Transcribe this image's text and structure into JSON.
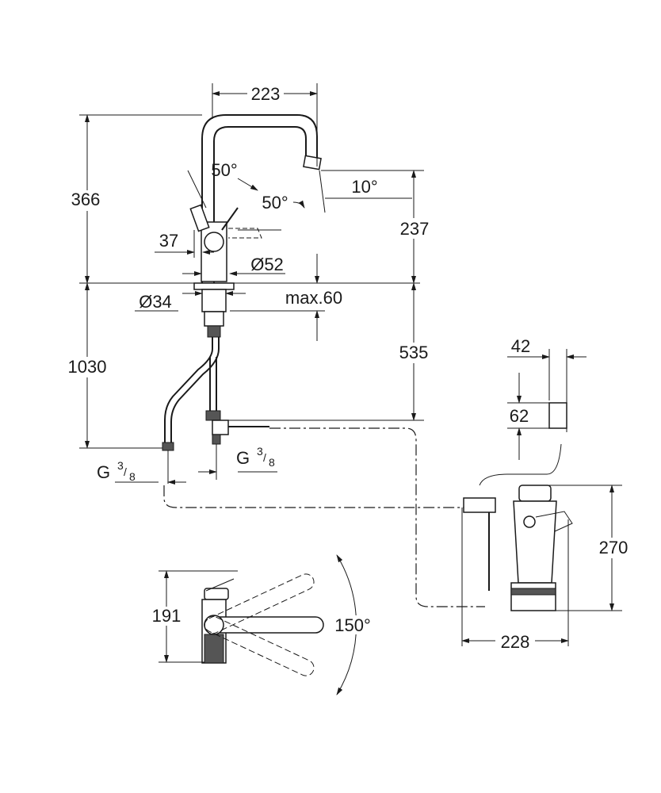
{
  "dimensions": {
    "spout_reach": "223",
    "overall_height": "366",
    "handle_angle_left": "50°",
    "handle_angle_right": "50°",
    "spout_tilt": "10°",
    "spout_height": "237",
    "handle_offset": "37",
    "body_diameter": "Ø52",
    "hole_diameter": "Ø34",
    "deck_thickness": "max.60",
    "hose_length": "1030",
    "below_deck": "535",
    "box_width": "42",
    "box_height": "62",
    "thread_left": {
      "base": "G",
      "num": "3",
      "den": "8"
    },
    "thread_right": {
      "base": "G",
      "num": "3",
      "den": "8"
    },
    "filter_height": "270",
    "filter_width": "228",
    "top_view_depth": "191",
    "swivel_angle": "150°"
  }
}
